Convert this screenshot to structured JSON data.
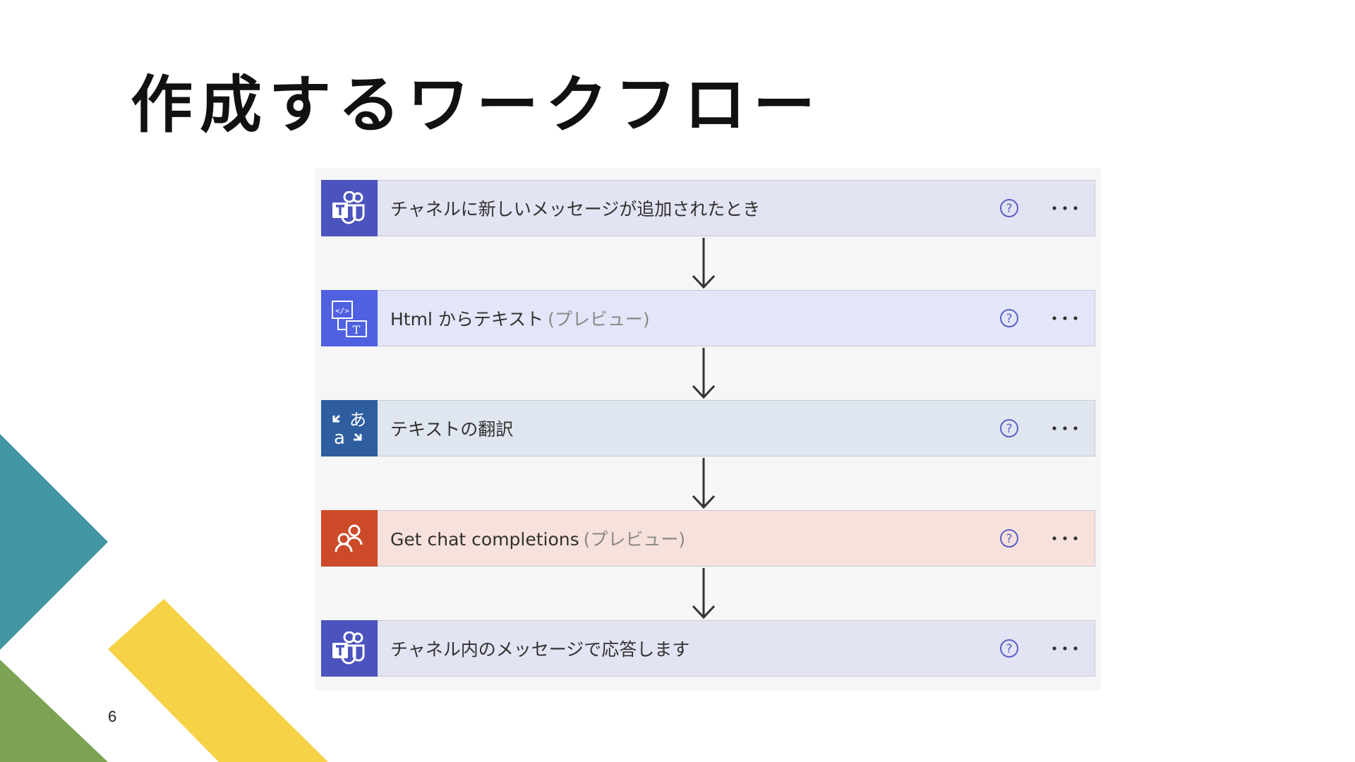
{
  "slide": {
    "title": "作成するワークフロー",
    "page_number": "6"
  },
  "flow": {
    "steps": [
      {
        "label": "チャネルに新しいメッセージが追加されたとき",
        "tag": "",
        "icon": "teams-icon",
        "header_color": "#e2e3f3",
        "icon_color": "#4b53bc"
      },
      {
        "label": "Html からテキスト",
        "tag": "(プレビュー)",
        "icon": "html-to-text-icon",
        "header_color": "#e3e6f8",
        "icon_color": "#4f61e0"
      },
      {
        "label": "テキストの翻訳",
        "tag": "",
        "icon": "translator-icon",
        "header_color": "#dfe6f0",
        "icon_color": "#2e5ea0"
      },
      {
        "label": "Get chat completions",
        "tag": "(プレビュー)",
        "icon": "openai-chat-icon",
        "header_color": "#f6e1dc",
        "icon_color": "#cc4a2a"
      },
      {
        "label": "チャネル内のメッセージで応答します",
        "tag": "",
        "icon": "teams-icon",
        "header_color": "#e2e3f3",
        "icon_color": "#4b53bc"
      }
    ]
  },
  "colors": {
    "help_icon": "#5b5fc7",
    "decor_teal": "#4296a4",
    "decor_green": "#7ba353",
    "decor_yellow": "#f6d246"
  }
}
